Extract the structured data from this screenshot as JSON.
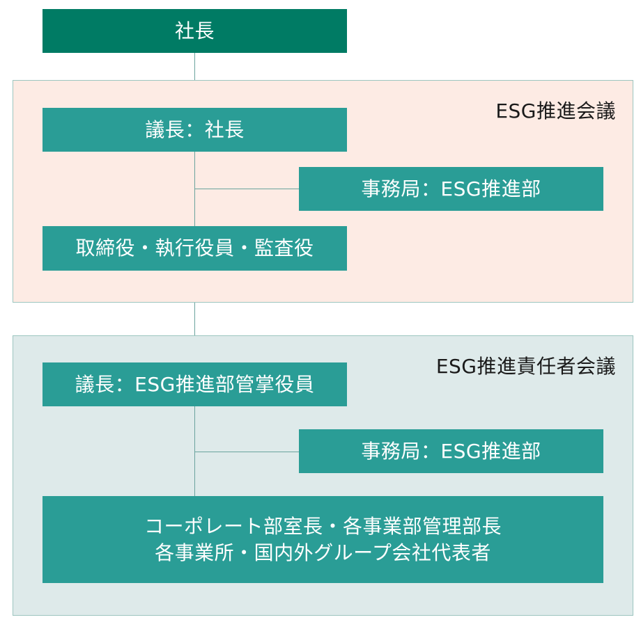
{
  "top": {
    "label": "社長"
  },
  "esg_council": {
    "title": "ESG推進会議",
    "chair": "議長：社長",
    "secretariat": "事務局：ESG推進部",
    "members": "取締役・執行役員・監査役"
  },
  "esg_officers_council": {
    "title": "ESG推進責任者会議",
    "chair": "議長：ESG推進部管掌役員",
    "secretariat": "事務局：ESG推進部",
    "members_line1": "コーポレート部室長・各事業部管理部長",
    "members_line2": "各事業所・国内外グループ会社代表者"
  },
  "colors": {
    "top_box": "#007b64",
    "boxes": "#2a9d96",
    "council_bg": "#fdebe4",
    "officers_bg": "#deeaea",
    "connector": "#6aa39d"
  }
}
